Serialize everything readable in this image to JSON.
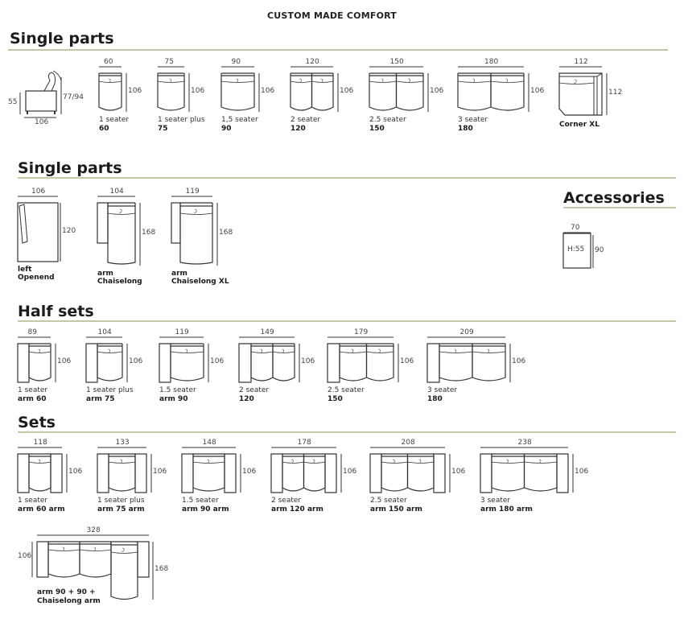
{
  "header": {
    "title": "CUSTOM MADE COMFORT"
  },
  "single_parts_top": {
    "heading": "Single parts",
    "side_view": {
      "seat_height": "55",
      "back_height": "77/94",
      "depth": "106"
    },
    "items": [
      {
        "width": "60",
        "depth": "106",
        "name": "1 seater",
        "code": "60"
      },
      {
        "width": "75",
        "depth": "106",
        "name": "1 seater plus",
        "code": "75"
      },
      {
        "width": "90",
        "depth": "106",
        "name": "1,5 seater",
        "code": "90"
      },
      {
        "width": "120",
        "depth": "106",
        "name": "2 seater",
        "code": "120"
      },
      {
        "width": "150",
        "depth": "106",
        "name": "2.5 seater",
        "code": "150"
      },
      {
        "width": "180",
        "depth": "106",
        "name": "3 seater",
        "code": "180"
      },
      {
        "width": "112",
        "depth": "112",
        "name": "",
        "code": "Corner XL"
      }
    ]
  },
  "single_parts_bottom": {
    "heading": "Single parts",
    "items": [
      {
        "width": "106",
        "depth": "120",
        "name": "left",
        "code": "Openend"
      },
      {
        "width": "104",
        "depth": "168",
        "name": "arm",
        "code": "Chaiselong"
      },
      {
        "width": "119",
        "depth": "168",
        "name": "arm",
        "code": "Chaiselong XL"
      }
    ]
  },
  "accessories": {
    "heading": "Accessories",
    "items": [
      {
        "width": "70",
        "depth": "90",
        "inner": "H:55"
      }
    ]
  },
  "half_sets": {
    "heading": "Half sets",
    "items": [
      {
        "width": "89",
        "depth": "106",
        "name": "1 seater",
        "code": "arm 60"
      },
      {
        "width": "104",
        "depth": "106",
        "name": "1 seater plus",
        "code": "arm 75"
      },
      {
        "width": "119",
        "depth": "106",
        "name": "1.5 seater",
        "code": "arm 90"
      },
      {
        "width": "149",
        "depth": "106",
        "name": "2 seater",
        "code": "120"
      },
      {
        "width": "179",
        "depth": "106",
        "name": "2.5 seater",
        "code": "150"
      },
      {
        "width": "209",
        "depth": "106",
        "name": "3 seater",
        "code": "180"
      }
    ]
  },
  "sets": {
    "heading": "Sets",
    "items": [
      {
        "width": "118",
        "depth": "106",
        "name": "1 seater",
        "code": "arm 60 arm"
      },
      {
        "width": "133",
        "depth": "106",
        "name": "1 seater plus",
        "code": "arm 75 arm"
      },
      {
        "width": "148",
        "depth": "106",
        "name": "1.5 seater",
        "code": "arm 90 arm"
      },
      {
        "width": "178",
        "depth": "106",
        "name": "2 seater",
        "code": "arm 120 arm"
      },
      {
        "width": "208",
        "depth": "106",
        "name": "2.5 seater",
        "code": "arm 150 arm"
      },
      {
        "width": "238",
        "depth": "106",
        "name": "3 seater",
        "code": "arm 180 arm"
      },
      {
        "width": "328",
        "depth": "106",
        "depth2": "168",
        "name": "arm 90 + 90 +",
        "code": "Chaiselong arm"
      }
    ]
  }
}
